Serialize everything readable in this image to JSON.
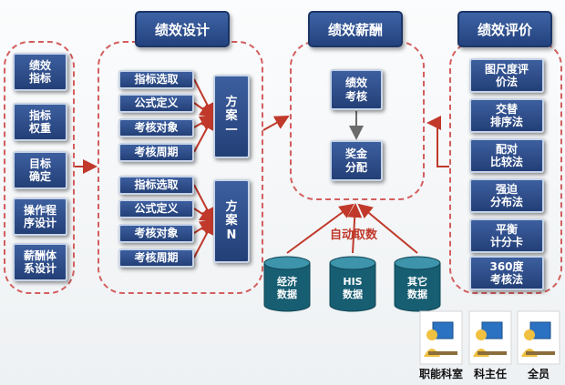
{
  "headers": {
    "design": "绩效设计",
    "compensation": "绩效薪酬",
    "evaluation": "绩效评价"
  },
  "left_steps": [
    "绩效\n指标",
    "指标\n权重",
    "目标\n确定",
    "操作程\n序设计",
    "薪酬体\n系设计"
  ],
  "plan_items": [
    "指标选取",
    "公式定义",
    "考核对象",
    "考核周期"
  ],
  "plans": [
    "方\n案\n一",
    "方\n案\nN"
  ],
  "compensation_steps": [
    "绩效\n考核",
    "奖金\n分配"
  ],
  "auto_fetch": "自动取数",
  "data_sources": [
    "经济\n数据",
    "HIS\n数据",
    "其它\n数据"
  ],
  "methods": [
    "图尺度评\n价法",
    "交替\n排序法",
    "配对\n比较法",
    "强迫\n分布法",
    "平衡\n计分卡",
    "360度\n考核法"
  ],
  "users": [
    "职能科室",
    "科主任",
    "全员"
  ],
  "colors": {
    "box": "#2d4c8a",
    "dash": "#d35e5e",
    "arrow": "#c0392b"
  }
}
